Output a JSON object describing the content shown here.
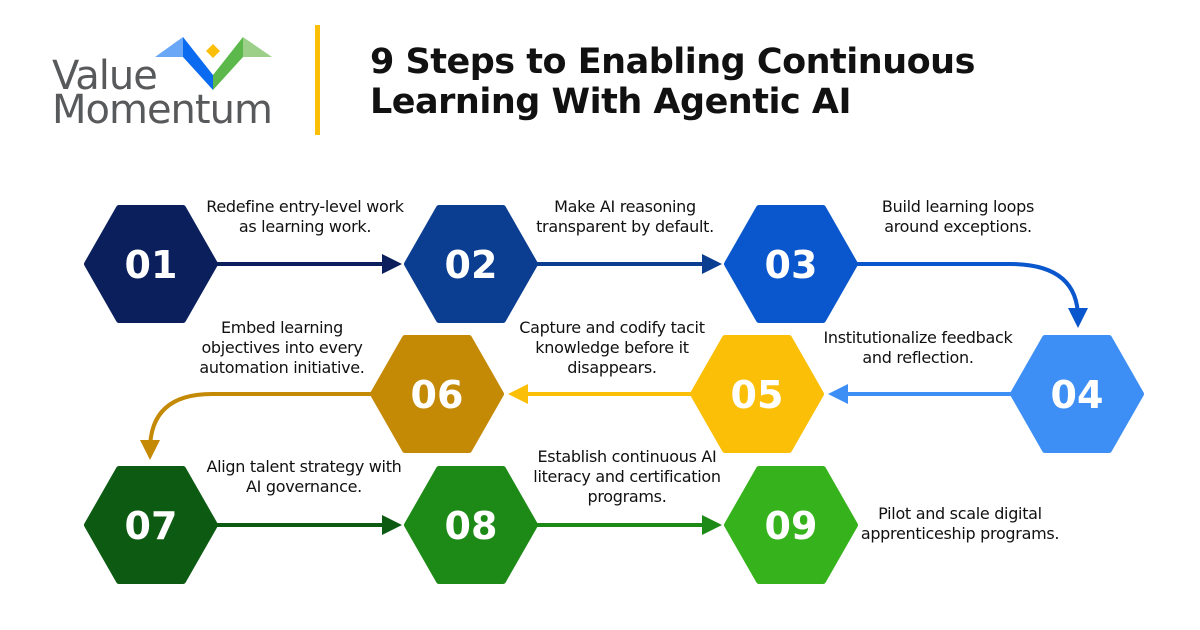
{
  "brand": {
    "line1": "Value",
    "line2": "Momentum"
  },
  "title": {
    "line1": "9 Steps to Enabling Continuous",
    "line2": "Learning With Agentic AI"
  },
  "steps": [
    {
      "number": "01",
      "text": "Redefine entry-level work as learning work.",
      "color": "#0a1f5c"
    },
    {
      "number": "02",
      "text": "Make AI reasoning transparent by default.",
      "color": "#0b3d91"
    },
    {
      "number": "03",
      "text": "Build learning loops around exceptions.",
      "color": "#0a56cc"
    },
    {
      "number": "04",
      "text": "Institutionalize feedback and reflection.",
      "color": "#3d8ff5"
    },
    {
      "number": "05",
      "text": "Capture and codify tacit knowledge before it disappears.",
      "color": "#fbbf07"
    },
    {
      "number": "06",
      "text": "Embed learning objectives into every automation initiative.",
      "color": "#c48a06"
    },
    {
      "number": "07",
      "text": "Align talent strategy with AI governance.",
      "color": "#0d5a12"
    },
    {
      "number": "08",
      "text": "Establish continuous AI literacy and certification programs.",
      "color": "#1d8a18"
    },
    {
      "number": "09",
      "text": "Pilot and scale digital apprenticeship programs.",
      "color": "#36b21c"
    }
  ]
}
